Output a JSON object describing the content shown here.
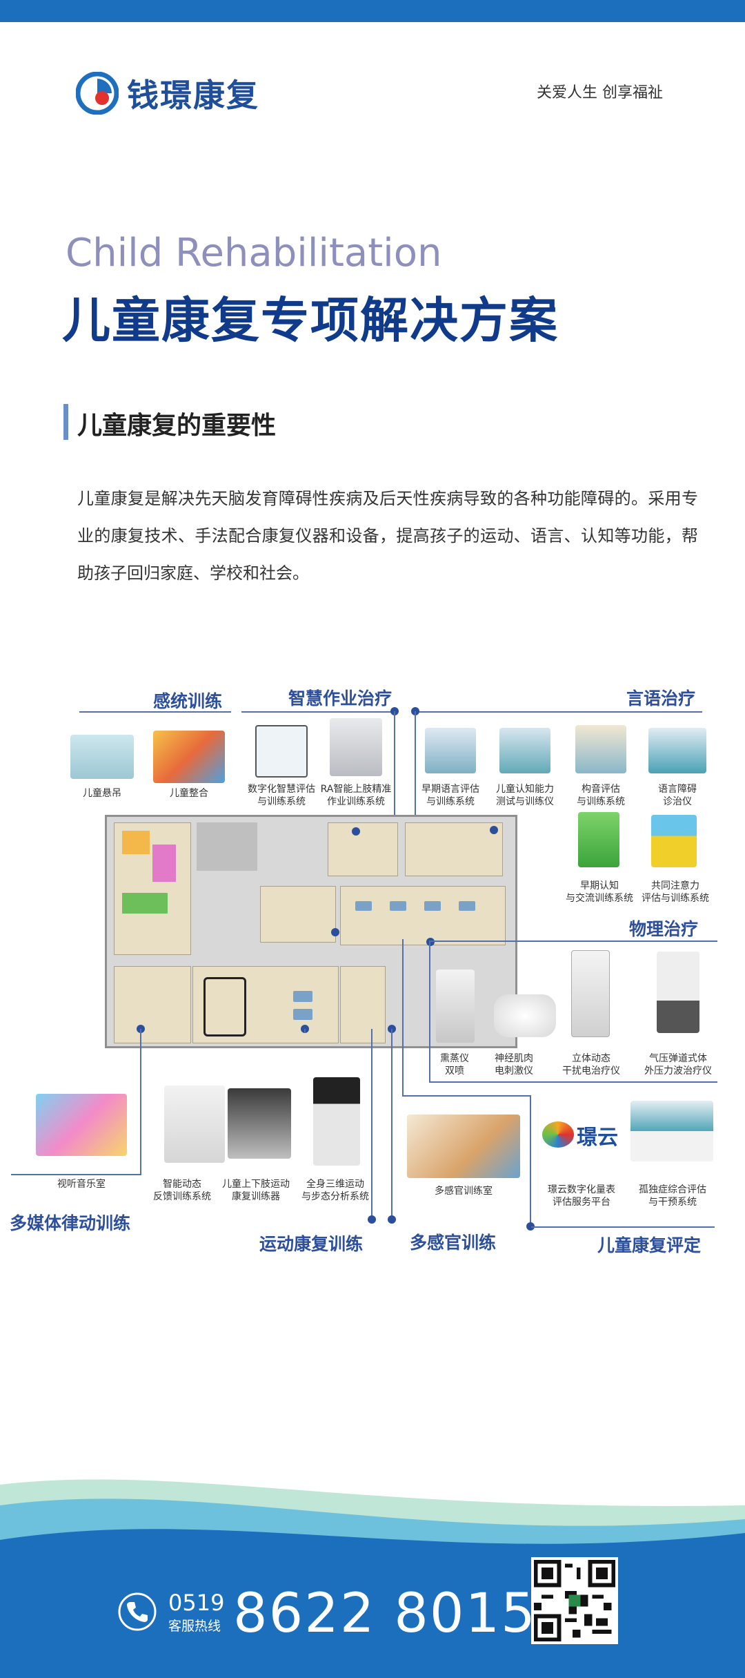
{
  "header": {
    "logo_text": "钱璟康复",
    "slogan": "关爱人生 创享福祉"
  },
  "titles": {
    "english": "Child Rehabilitation",
    "chinese": "儿童康复专项解决方案"
  },
  "section": {
    "title": "儿童康复的重要性",
    "paragraph": "儿童康复是解决先天脑发育障碍性疾病及后天性疾病导致的各种功能障碍的。采用专业的康复技术、手法配合康复仪器和设备，提高孩子的运动、语言、认知等功能，帮助孩子回归家庭、学校和社会。"
  },
  "categories": {
    "sensory": "感统训练",
    "smart_ot": "智慧作业治疗",
    "speech": "言语治疗",
    "physical": "物理治疗",
    "multimedia": "多媒体律动训练",
    "motor": "运动康复训练",
    "multisensory": "多感官训练",
    "assessment": "儿童康复评定"
  },
  "captions": {
    "sensory_1": "儿童悬吊",
    "sensory_2": "儿童整合",
    "ot_1a": "数字化智慧评估",
    "ot_1b": "与训练系统",
    "ot_2a": "RA智能上肢精准",
    "ot_2b": "作业训练系统",
    "sp_1a": "早期语言评估",
    "sp_1b": "与训练系统",
    "sp_2a": "儿童认知能力",
    "sp_2b": "测试与训练仪",
    "sp_3a": "构音评估",
    "sp_3b": "与训练系统",
    "sp_4a": "语言障碍",
    "sp_4b": "诊治仪",
    "sp_5a": "早期认知",
    "sp_5b": "与交流训练系统",
    "sp_6a": "共同注意力",
    "sp_6b": "评估与训练系统",
    "pt_1a": "熏蒸仪",
    "pt_1b": "双喷",
    "pt_2a": "神经肌肉",
    "pt_2b": "电刺激仪",
    "pt_3a": "立体动态",
    "pt_3b": "干扰电治疗仪",
    "pt_4a": "气压弹道式体",
    "pt_4b": "外压力波治疗仪",
    "mm_1": "视听音乐室",
    "mo_1a": "智能动态",
    "mo_1b": "反馈训练系统",
    "mo_2a": "儿童上下肢运动",
    "mo_2b": "康复训练器",
    "mo_3a": "全身三维运动",
    "mo_3b": "与步态分析系统",
    "ms_1": "多感官训练室",
    "as_logo": "璟云",
    "as_1a": "璟云数字化量表",
    "as_1b": "评估服务平台",
    "as_2a": "孤独症综合评估",
    "as_2b": "与干预系统"
  },
  "contact": {
    "area_code": "0519",
    "hotline_label": "客服热线",
    "number": "8622 8015"
  },
  "colors": {
    "brand_blue": "#1b6fbd",
    "title_navy": "#0f3b8a",
    "category_blue": "#2d4f9c",
    "english_lavender": "#8e8fbd"
  },
  "icons": [
    "logo-icon",
    "phone-icon",
    "qr-code"
  ]
}
